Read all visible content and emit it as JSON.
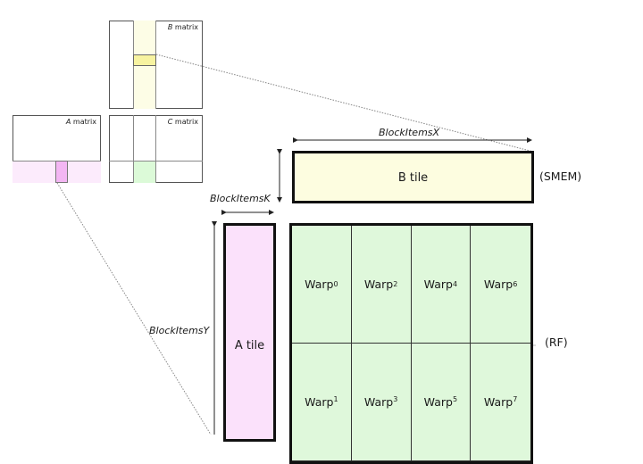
{
  "matrices": {
    "b_matrix": {
      "label_italic": "B",
      "label_rest": " matrix"
    },
    "a_matrix": {
      "label_italic": "A",
      "label_rest": " matrix"
    },
    "c_matrix": {
      "label_italic": "C",
      "label_rest": " matrix"
    }
  },
  "tiles": {
    "b_tile": {
      "label": "B tile",
      "memory": "(SMEM)"
    },
    "a_tile": {
      "label": "A tile"
    },
    "c_tile": {
      "memory": "(RF)"
    }
  },
  "dimensions": {
    "x": "BlockItemsX",
    "k": "BlockItemsK",
    "y": "BlockItemsY"
  },
  "warps": [
    {
      "base": "Warp",
      "sub": "0"
    },
    {
      "base": "Warp",
      "sub": "2"
    },
    {
      "base": "Warp",
      "sub": "4"
    },
    {
      "base": "Warp",
      "sub": "6"
    },
    {
      "base": "Warp",
      "sub": "1"
    },
    {
      "base": "Warp",
      "sub": "3"
    },
    {
      "base": "Warp",
      "sub": "5"
    },
    {
      "base": "Warp",
      "sub": "7"
    }
  ],
  "colors": {
    "b_fill": "#fdfde0",
    "b_highlight": "#f7f3a0",
    "a_fill": "#fbe1fb",
    "a_highlight": "#f3b6f3",
    "c_fill": "#dff8db",
    "border": "#111111"
  }
}
